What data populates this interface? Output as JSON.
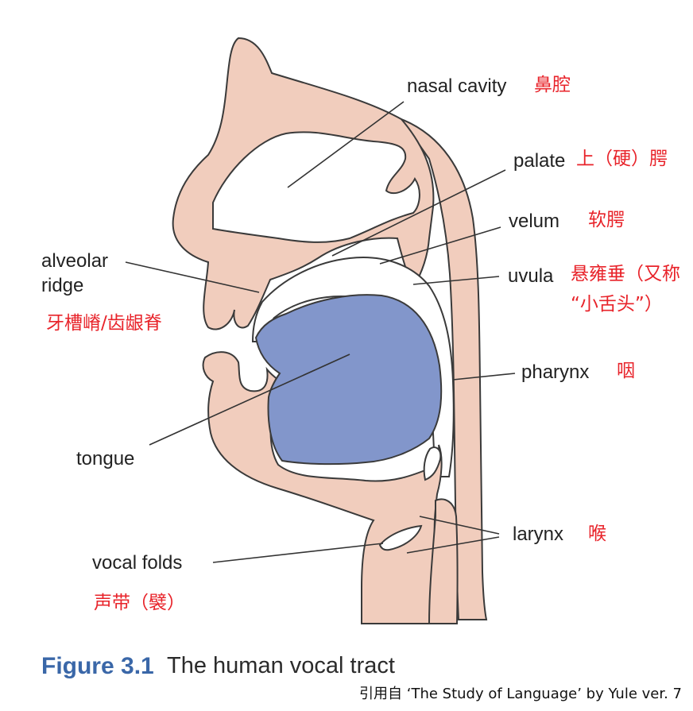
{
  "labels": {
    "nasal_cavity": "nasal cavity",
    "palate": "palate",
    "velum": "velum",
    "uvula": "uvula",
    "alveolar_ridge_line1": "alveolar",
    "alveolar_ridge_line2": "ridge",
    "pharynx": "pharynx",
    "tongue": "tongue",
    "larynx": "larynx",
    "vocal_folds": "vocal folds"
  },
  "translations": {
    "nasal_cavity": "鼻腔",
    "palate": "上（硬）腭",
    "velum": "软腭",
    "uvula_line1": "悬雍垂（又称",
    "uvula_line2": "“小舌头”）",
    "alveolar_ridge": "牙槽嵴/齿龈脊",
    "pharynx": "咽",
    "larynx": "喉",
    "vocal_folds": "声带（襞）"
  },
  "caption": {
    "label": "Figure 3.1",
    "text": "The human vocal tract"
  },
  "source_note": "引用自 ‘The Study of Language’ by Yule ver. 7",
  "colors": {
    "tissue": "#f1cdbd",
    "tongue": "#8296cb",
    "outline": "#3a3a3a",
    "label_text": "#222222",
    "translation_text": "#e8232a",
    "caption_label": "#3a67a8"
  }
}
